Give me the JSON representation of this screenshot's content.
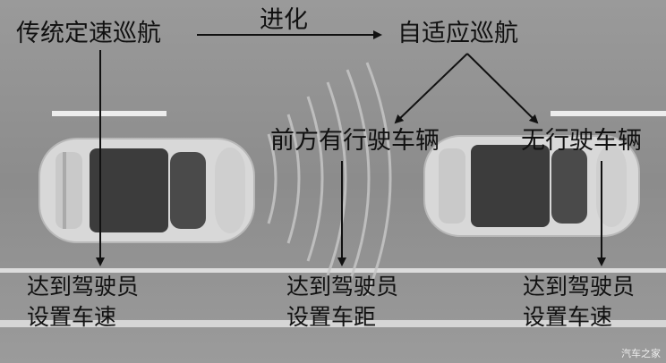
{
  "diagram": {
    "traditional_cruise": "传统定速巡航",
    "evolution": "进化",
    "adaptive_cruise": "自适应巡航",
    "vehicle_ahead": "前方有行驶车辆",
    "no_vehicle": "无行驶车辆",
    "result_left_line1": "达到驾驶员",
    "result_left_line2": "设置车速",
    "result_middle_line1": "达到驾驶员",
    "result_middle_line2": "设置车距",
    "result_right_line1": "达到驾驶员",
    "result_right_line2": "设置车速"
  },
  "watermark": "汽车之家",
  "colors": {
    "road": "#8a8a8a",
    "lane_marking": "#ededed",
    "car_body": "#d8d8d8",
    "glass": "#3a3a3a",
    "arrow": "#111111"
  }
}
